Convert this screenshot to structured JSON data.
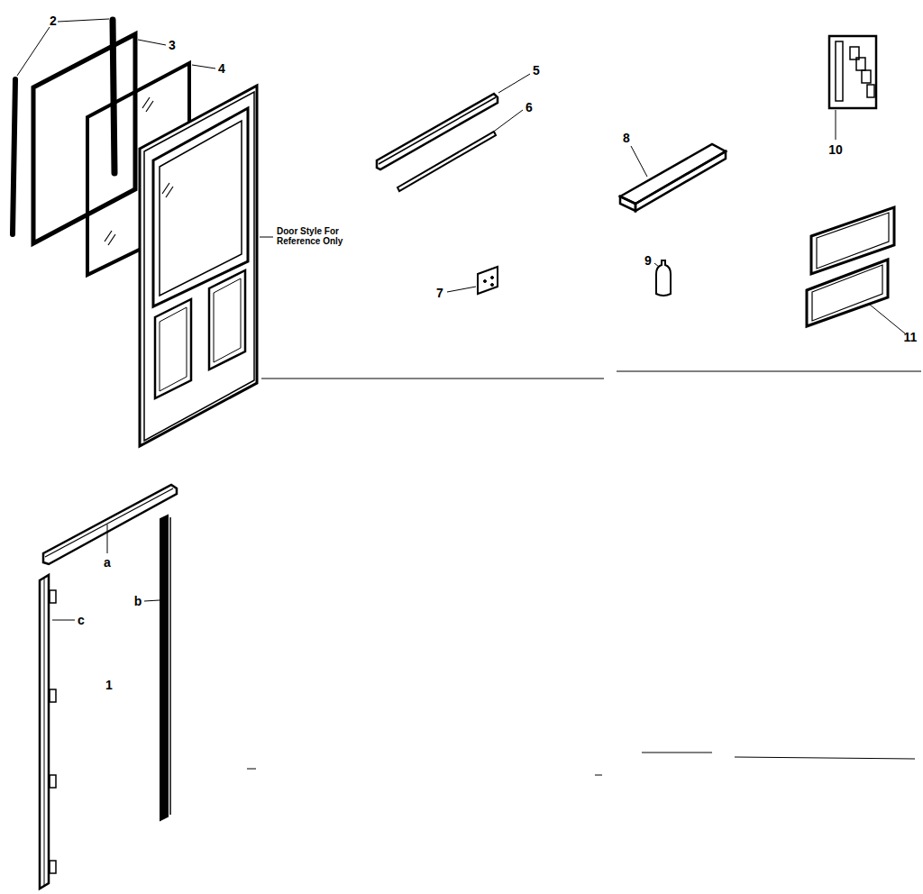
{
  "diagram": {
    "labels": [
      "2",
      "3",
      "4",
      "Door Style For Reference Only",
      "5",
      "6",
      "7",
      "8",
      "9",
      "10",
      "11",
      "a",
      "b",
      "c",
      "1"
    ]
  }
}
